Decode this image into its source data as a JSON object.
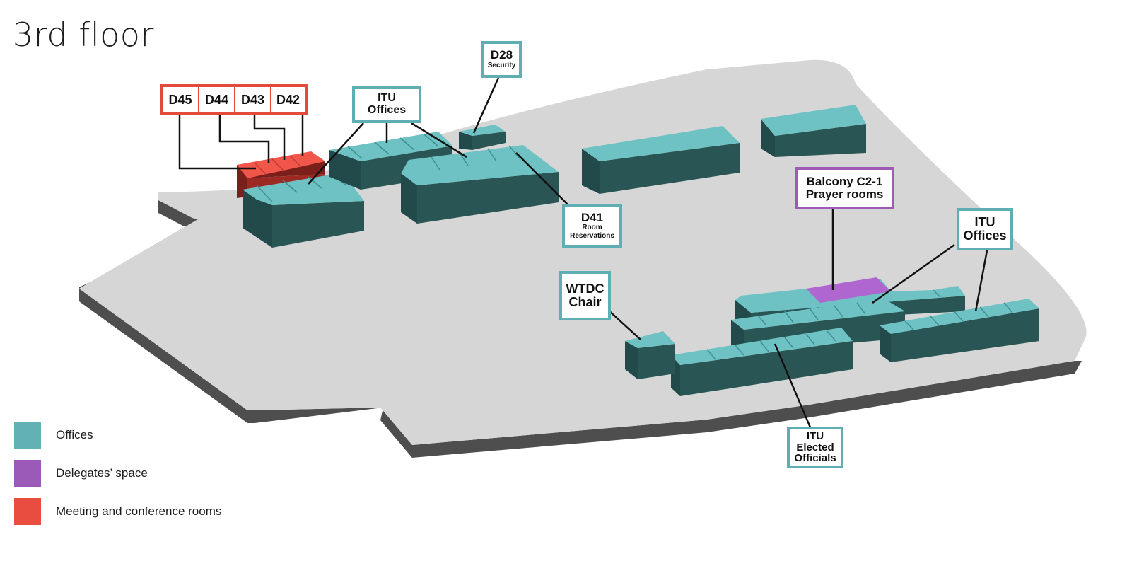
{
  "page": {
    "title": "3rd floor"
  },
  "colors": {
    "offices_top": "#6fc2c4",
    "offices_side": "#234a4a",
    "delegates_top": "#b066cf",
    "meeting_top": "#f0564a",
    "meeting_side": "#7a1f1a",
    "floor_top": "#d6d6d6",
    "floor_side": "#4e4e4e",
    "label_border_teal": "#5eaeb3",
    "label_border_red": "#e34a3c",
    "label_border_purple": "#9d5bb5"
  },
  "labels": {
    "d45": "D45",
    "d44": "D44",
    "d43": "D43",
    "d42": "D42",
    "itu_offices_1": {
      "line1": "ITU",
      "line2": "Offices"
    },
    "d28": {
      "title": "D28",
      "sub": "Security"
    },
    "d41": {
      "title": "D41",
      "sub1": "Room",
      "sub2": "Reservations"
    },
    "balcony": {
      "line1": "Balcony C2-1",
      "line2": "Prayer rooms"
    },
    "itu_offices_2": {
      "line1": "ITU",
      "line2": "Offices"
    },
    "wtdc_chair": {
      "line1": "WTDC",
      "line2": "Chair"
    },
    "itu_elected": {
      "line1": "ITU",
      "line2": "Elected",
      "line3": "Officials"
    }
  },
  "legend": [
    {
      "label": "Offices",
      "color": "#62b1b5"
    },
    {
      "label": "Delegates’ space",
      "color": "#9b5ab7"
    },
    {
      "label": "Meeting and conference rooms",
      "color": "#e84d3f"
    }
  ]
}
